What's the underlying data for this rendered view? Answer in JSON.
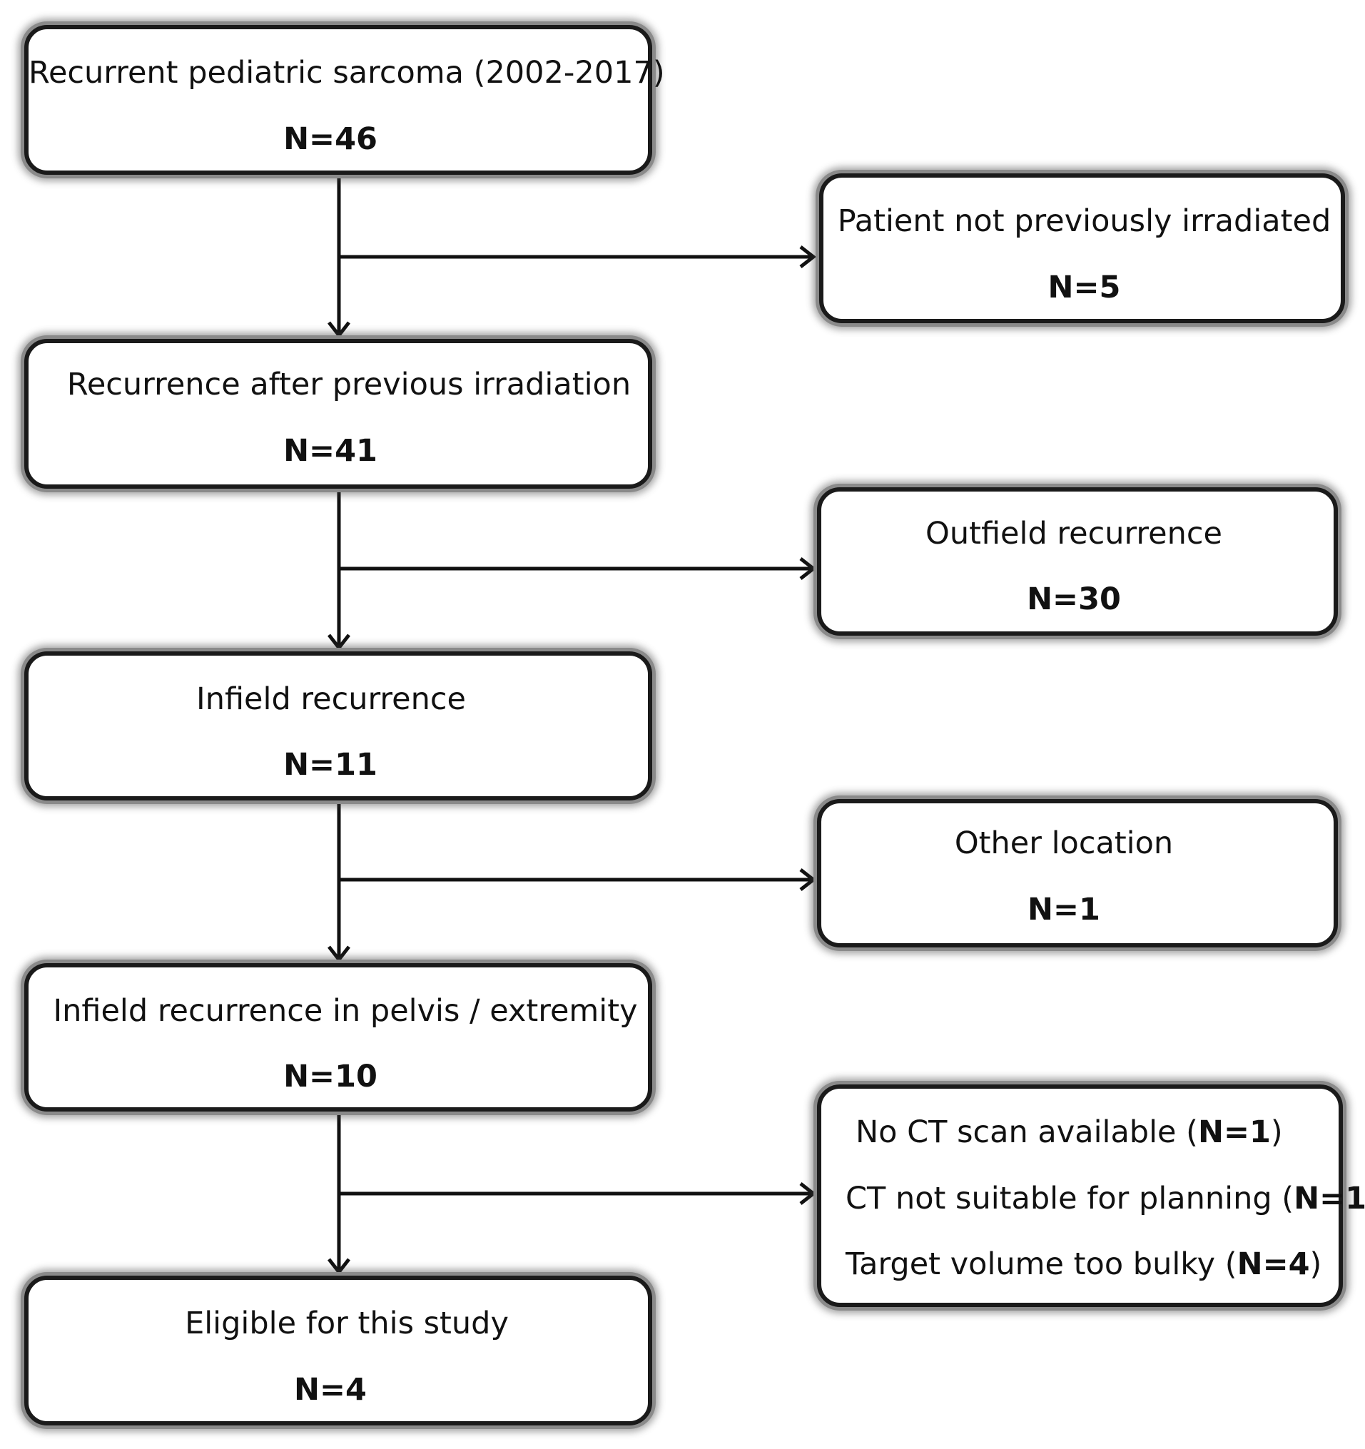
{
  "main_flow": [
    {
      "label": "Recurrent pediatric sarcoma (2002-2017)",
      "count": "N=46"
    },
    {
      "label": "Recurrence after previous irradiation",
      "count": "N=41"
    },
    {
      "label": "Infield recurrence",
      "count": "N=11"
    },
    {
      "label": "Infield recurrence in pelvis / extremity",
      "count": "N=10"
    },
    {
      "label": "Eligible for this study",
      "count": "N=4"
    }
  ],
  "exclusions": [
    {
      "label": "Patient not previously irradiated",
      "count": "N=5"
    },
    {
      "label": "Outfield recurrence",
      "count": "N=30"
    },
    {
      "label": "Other location",
      "count": "N=1"
    }
  ],
  "final_exclusion": [
    {
      "text": "No CT scan available",
      "open": " (",
      "count": "N=1",
      "close": ")"
    },
    {
      "text": "CT not suitable for planning",
      "open": " (",
      "count": "N=1",
      "close": ")"
    },
    {
      "text": "Target volume too bulky",
      "open": " (",
      "count": "N=4",
      "close": ")"
    }
  ]
}
